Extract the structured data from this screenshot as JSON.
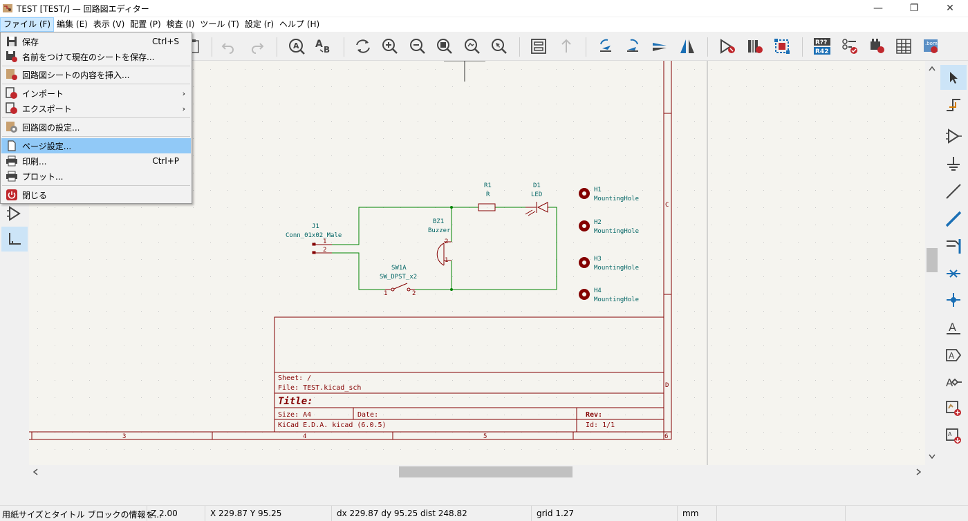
{
  "window": {
    "title": "TEST [TEST/] — 回路図エディター",
    "minimize": "—",
    "maximize": "❐",
    "close": "✕"
  },
  "menubar": [
    "ファイル (F)",
    "編集 (E)",
    "表示 (V)",
    "配置 (P)",
    "検査 (I)",
    "ツール (T)",
    "設定 (r)",
    "ヘルプ (H)"
  ],
  "file_menu": {
    "items": [
      {
        "label": "保存",
        "shortcut": "Ctrl+S",
        "icon": "save-icon"
      },
      {
        "label": "名前をつけて現在のシートを保存...",
        "shortcut": "",
        "icon": "save-as-icon"
      },
      {
        "label": "回路図シートの内容を挿入...",
        "shortcut": "",
        "icon": "insert-sheet-icon"
      },
      {
        "label": "インポート",
        "shortcut": "",
        "icon": "import-icon",
        "submenu": true
      },
      {
        "label": "エクスポート",
        "shortcut": "",
        "icon": "export-icon",
        "submenu": true
      },
      {
        "label": "回路図の設定...",
        "shortcut": "",
        "icon": "schematic-settings-icon"
      },
      {
        "label": "ページ設定...",
        "shortcut": "",
        "icon": "page-settings-icon",
        "highlighted": true
      },
      {
        "label": "印刷...",
        "shortcut": "Ctrl+P",
        "icon": "print-icon"
      },
      {
        "label": "プロット...",
        "shortcut": "",
        "icon": "plot-icon"
      },
      {
        "label": "閉じる",
        "shortcut": "",
        "icon": "power-icon"
      }
    ],
    "submenu_arrow": "›"
  },
  "schematic": {
    "j1_ref": "J1",
    "j1_val": "Conn_01x02_Male",
    "pin1": "1",
    "pin2": "2",
    "bz1_ref": "BZ1",
    "bz1_val": "Buzzer",
    "sw1_ref": "SW1A",
    "sw1_val": "SW_DPST_x2",
    "r1_ref": "R1",
    "r1_val": "R",
    "d1_ref": "D1",
    "d1_val": "LED",
    "holes": [
      {
        "ref": "H1",
        "val": "MountingHole"
      },
      {
        "ref": "H2",
        "val": "MountingHole"
      },
      {
        "ref": "H3",
        "val": "MountingHole"
      },
      {
        "ref": "H4",
        "val": "MountingHole"
      }
    ],
    "border_right": [
      "C",
      "D"
    ],
    "border_bottom": [
      "3",
      "4",
      "5",
      "6"
    ]
  },
  "titleblock": {
    "sheet": "Sheet: /",
    "file": "File: TEST.kicad_sch",
    "title": "Title:",
    "size": "Size: A4",
    "date": "Date:",
    "rev": "Rev:",
    "kicad": "KiCad E.D.A.  kicad (6.0.5)",
    "id": "Id: 1/1"
  },
  "status": {
    "message": "用紙サイズとタイトル ブロックの情報を...",
    "zoom": "Z 2.00",
    "xy": "X 229.87  Y 95.25",
    "delta": "dx 229.87  dy 95.25  dist 248.82",
    "grid": "grid 1.27",
    "units": "mm"
  },
  "colors": {
    "wire": "#008400",
    "component": "#840000",
    "text": "#006464",
    "canvas": "#f5f4ef",
    "highlight": "#91c9f7"
  }
}
